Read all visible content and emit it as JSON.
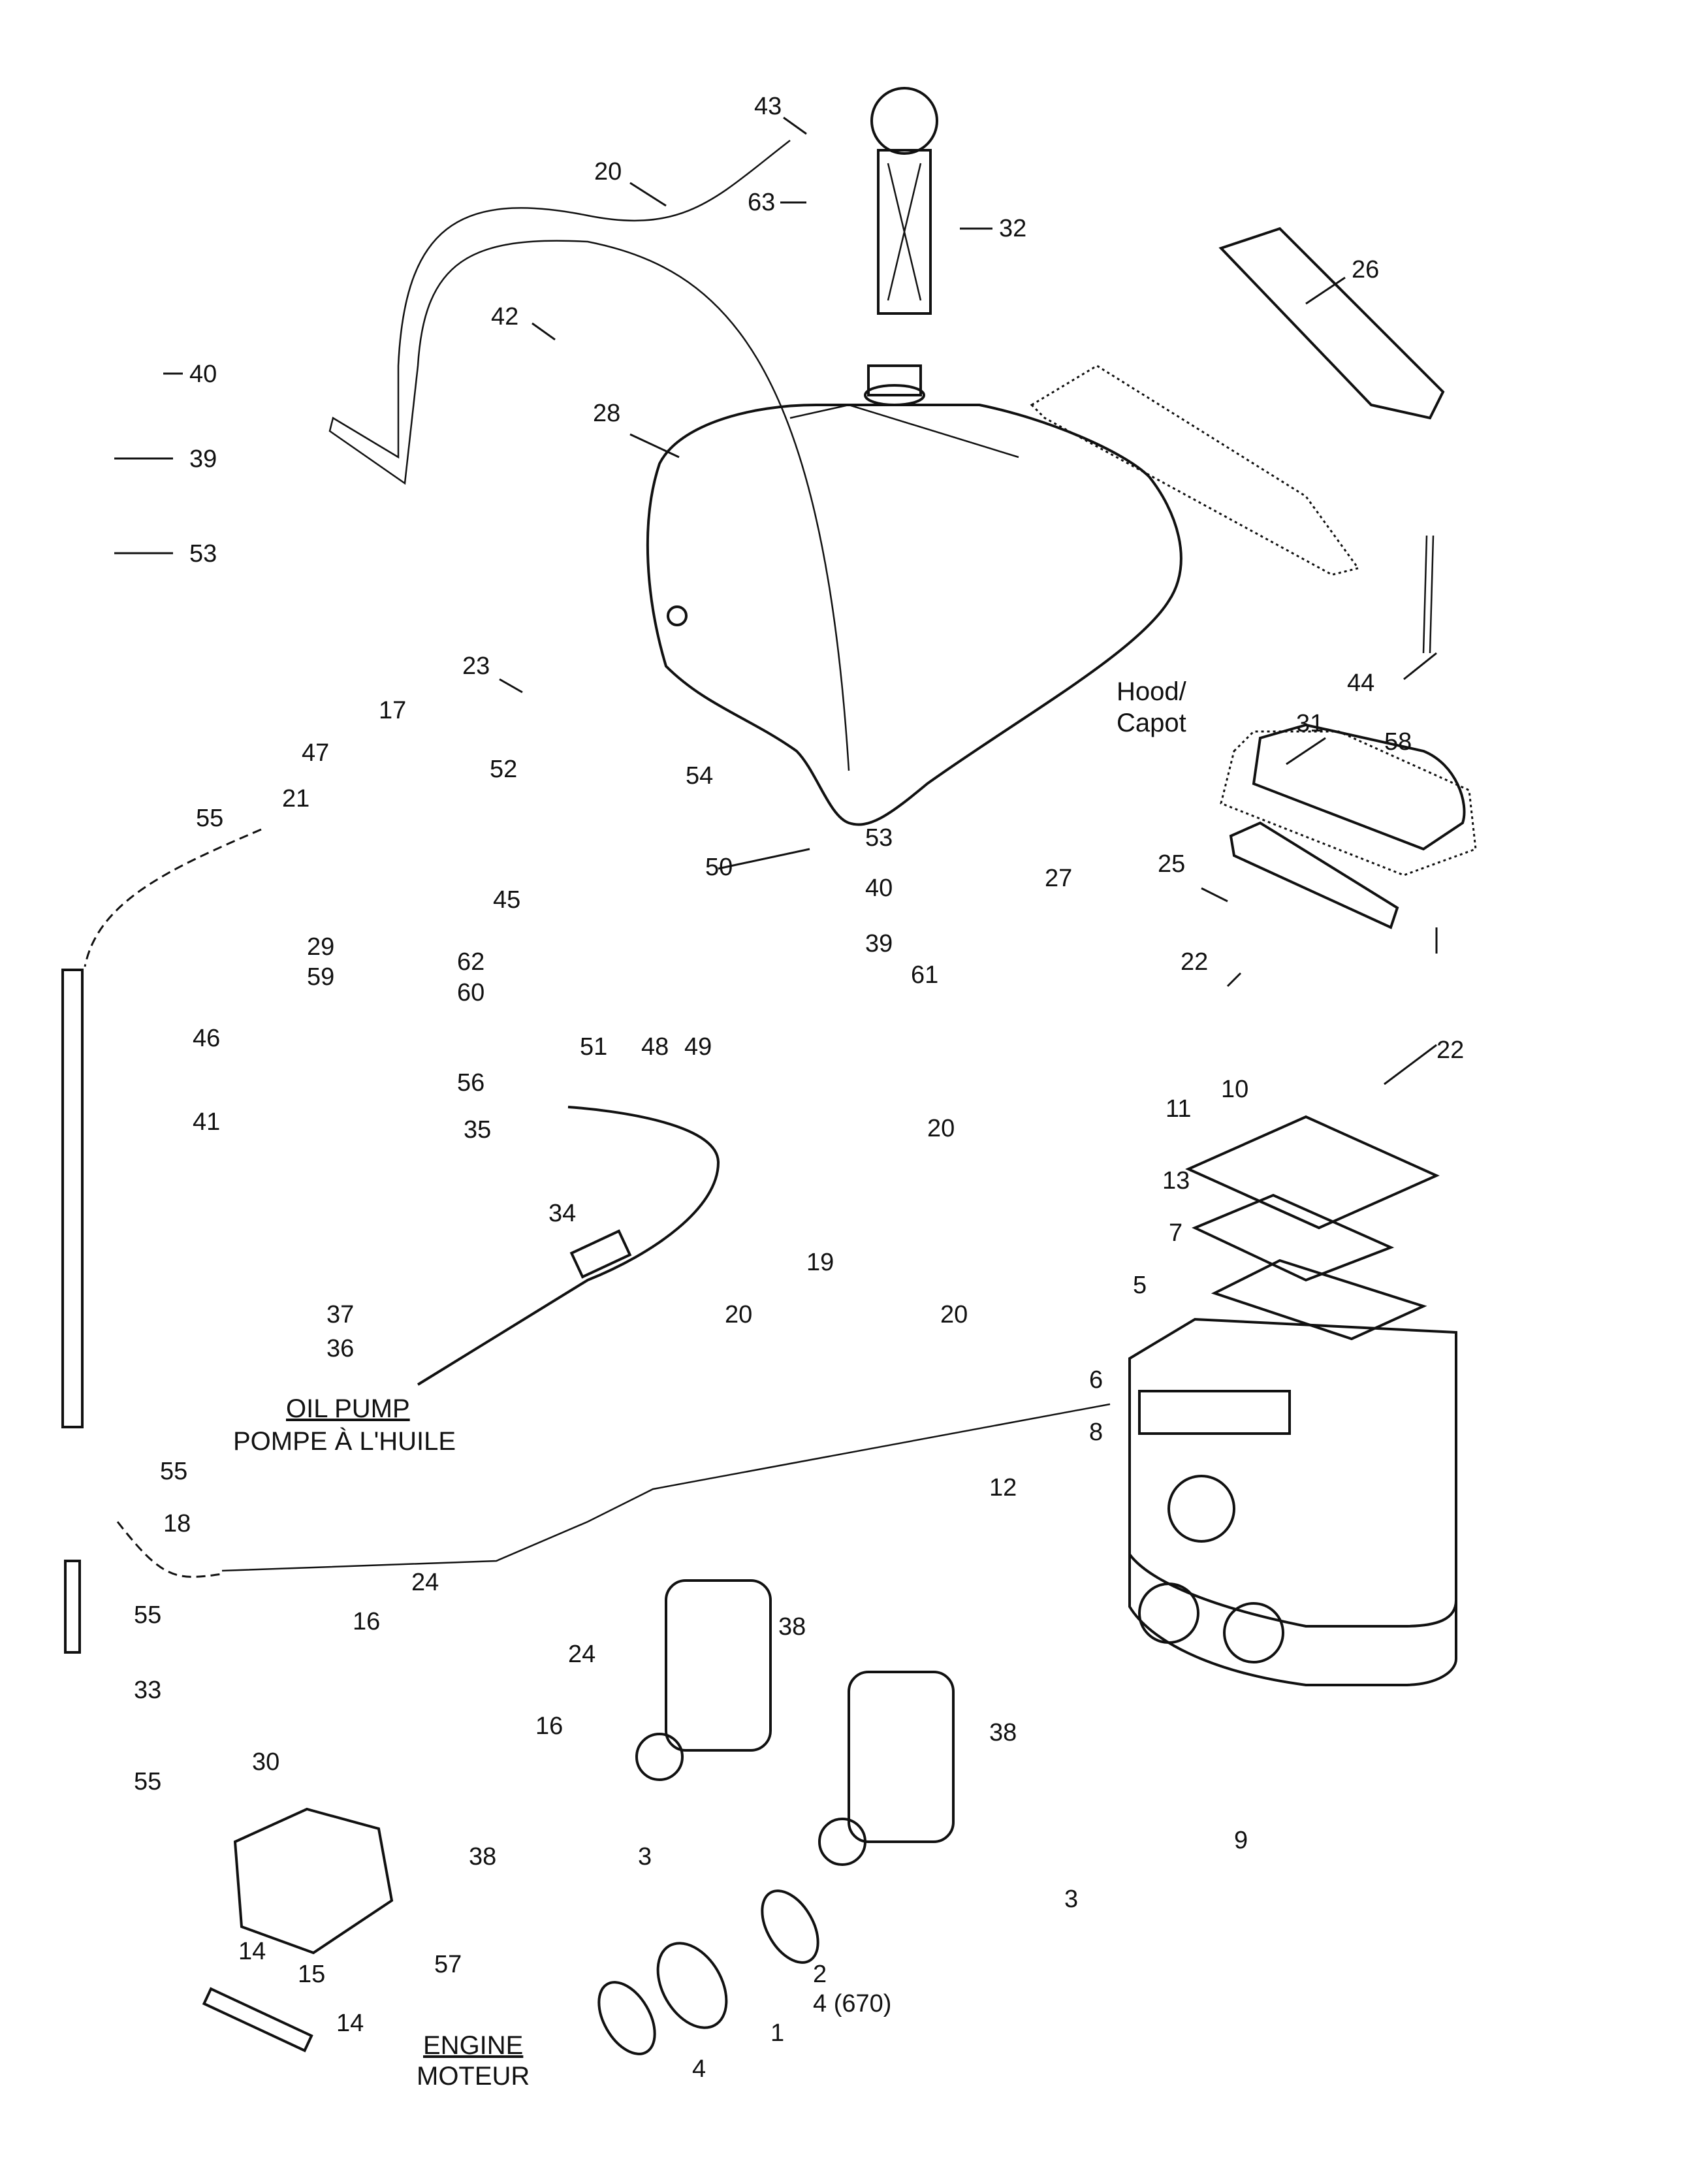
{
  "diagram": {
    "type": "exploded-parts-diagram",
    "subject": "fuel tank, carburetors, air silencer and oil pump lines",
    "callouts": [
      {
        "id": "c43",
        "text": "43"
      },
      {
        "id": "c20a",
        "text": "20"
      },
      {
        "id": "c63",
        "text": "63"
      },
      {
        "id": "c32",
        "text": "32"
      },
      {
        "id": "c26",
        "text": "26"
      },
      {
        "id": "c42",
        "text": "42"
      },
      {
        "id": "c40a",
        "text": "40"
      },
      {
        "id": "c28",
        "text": "28"
      },
      {
        "id": "c39a",
        "text": "39"
      },
      {
        "id": "c53a",
        "text": "53"
      },
      {
        "id": "c44",
        "text": "44"
      },
      {
        "id": "c23",
        "text": "23"
      },
      {
        "id": "c17",
        "text": "17"
      },
      {
        "id": "c47",
        "text": "47"
      },
      {
        "id": "c52",
        "text": "52"
      },
      {
        "id": "c54",
        "text": "54"
      },
      {
        "id": "c21",
        "text": "21"
      },
      {
        "id": "c55a",
        "text": "55"
      },
      {
        "id": "c53b",
        "text": "53"
      },
      {
        "id": "c31",
        "text": "31"
      },
      {
        "id": "c58",
        "text": "58"
      },
      {
        "id": "c50",
        "text": "50"
      },
      {
        "id": "c40b",
        "text": "40"
      },
      {
        "id": "c45",
        "text": "45"
      },
      {
        "id": "c29",
        "text": "29"
      },
      {
        "id": "c59",
        "text": "59"
      },
      {
        "id": "c39b",
        "text": "39"
      },
      {
        "id": "c27",
        "text": "27"
      },
      {
        "id": "c25",
        "text": "25"
      },
      {
        "id": "c62",
        "text": "62"
      },
      {
        "id": "c61",
        "text": "61"
      },
      {
        "id": "c60",
        "text": "60"
      },
      {
        "id": "c22a",
        "text": "22"
      },
      {
        "id": "c22b",
        "text": "22"
      },
      {
        "id": "c51",
        "text": "51"
      },
      {
        "id": "c48",
        "text": "48"
      },
      {
        "id": "c49",
        "text": "49"
      },
      {
        "id": "c46",
        "text": "46"
      },
      {
        "id": "c10",
        "text": "10"
      },
      {
        "id": "c11",
        "text": "11"
      },
      {
        "id": "c56",
        "text": "56"
      },
      {
        "id": "c41",
        "text": "41"
      },
      {
        "id": "c35",
        "text": "35"
      },
      {
        "id": "c20b",
        "text": "20"
      },
      {
        "id": "c20c",
        "text": "20"
      },
      {
        "id": "c13",
        "text": "13"
      },
      {
        "id": "c34",
        "text": "34"
      },
      {
        "id": "c19",
        "text": "19"
      },
      {
        "id": "c7",
        "text": "7"
      },
      {
        "id": "c5",
        "text": "5"
      },
      {
        "id": "c37",
        "text": "37"
      },
      {
        "id": "c20d",
        "text": "20"
      },
      {
        "id": "c36",
        "text": "36"
      },
      {
        "id": "c6",
        "text": "6"
      },
      {
        "id": "c8",
        "text": "8"
      },
      {
        "id": "c55b",
        "text": "55"
      },
      {
        "id": "c12",
        "text": "12"
      },
      {
        "id": "c18",
        "text": "18"
      },
      {
        "id": "c24a",
        "text": "24"
      },
      {
        "id": "c55c",
        "text": "55"
      },
      {
        "id": "c16a",
        "text": "16"
      },
      {
        "id": "c38a",
        "text": "38"
      },
      {
        "id": "c24b",
        "text": "24"
      },
      {
        "id": "c33",
        "text": "33"
      },
      {
        "id": "c16b",
        "text": "16"
      },
      {
        "id": "c38b",
        "text": "38"
      },
      {
        "id": "c30",
        "text": "30"
      },
      {
        "id": "c55d",
        "text": "55"
      },
      {
        "id": "c38c",
        "text": "38"
      },
      {
        "id": "c3a",
        "text": "3"
      },
      {
        "id": "c9",
        "text": "9"
      },
      {
        "id": "c3b",
        "text": "3"
      },
      {
        "id": "c14a",
        "text": "14"
      },
      {
        "id": "c57",
        "text": "57"
      },
      {
        "id": "c15",
        "text": "15"
      },
      {
        "id": "c2",
        "text": "2"
      },
      {
        "id": "c4a",
        "text": "4 (670)"
      },
      {
        "id": "c14b",
        "text": "14"
      },
      {
        "id": "c1",
        "text": "1"
      },
      {
        "id": "c4b",
        "text": "4"
      }
    ],
    "notes": {
      "hood_en": "Hood/",
      "hood_fr": "Capot",
      "oil_pump_en": "OIL PUMP",
      "oil_pump_fr": "POMPE À L'HUILE",
      "engine_en": "ENGINE",
      "engine_fr": "MOTEUR"
    }
  }
}
